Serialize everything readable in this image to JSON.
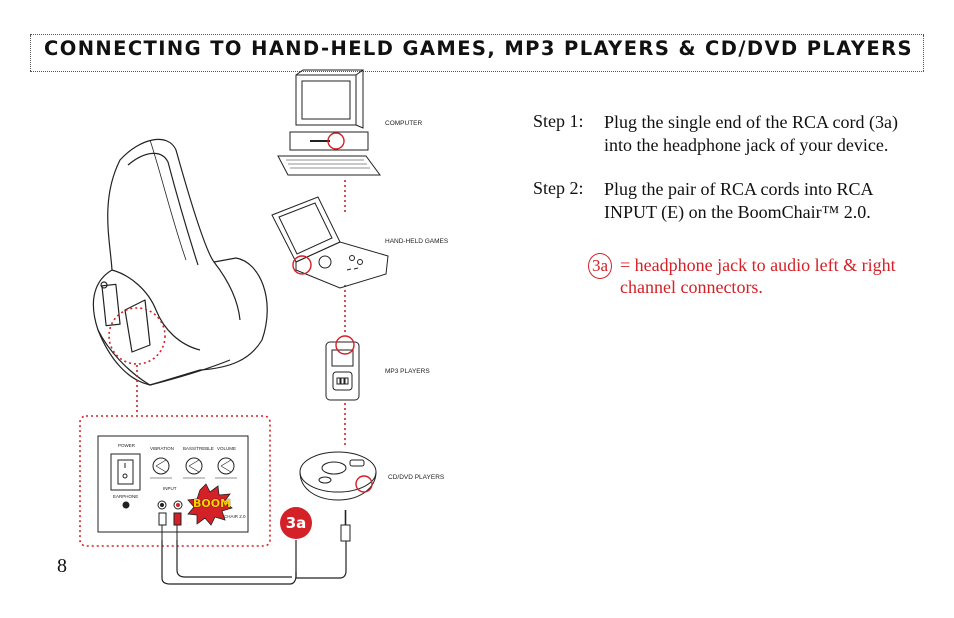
{
  "header": {
    "title": "CONNECTING TO HAND-HELD GAMES, MP3 PLAYERS & CD/DVD PLAYERS"
  },
  "page": {
    "number": "8"
  },
  "devices": {
    "computer": "COMPUTER",
    "handheld": "HAND-HELD GAMES",
    "mp3": "MP3 PLAYERS",
    "cd_dvd": "CD/DVD PLAYERS"
  },
  "panel": {
    "power": "POWER",
    "vibration": "VIBRATION",
    "bass_treble": "BASS/TREBLE",
    "volume": "VOLUME",
    "earphone": "EARPHONE",
    "input": "INPUT",
    "logo": "BOOM",
    "logo_sub": "CHAIR 2.0"
  },
  "callout": {
    "label": "3a"
  },
  "steps": [
    {
      "num": "Step 1:",
      "text": "Plug the single end of the RCA cord (3a) into the headphone jack of your device."
    },
    {
      "num": "Step 2:",
      "text": "Plug the pair of RCA cords into RCA INPUT (E) on the BoomChair™ 2.0."
    }
  ],
  "legend": {
    "key": "3a",
    "eq": "=",
    "text": "headphone jack to audio left & right channel connectors."
  },
  "colors": {
    "accent": "#d42027",
    "ink": "#111111"
  }
}
